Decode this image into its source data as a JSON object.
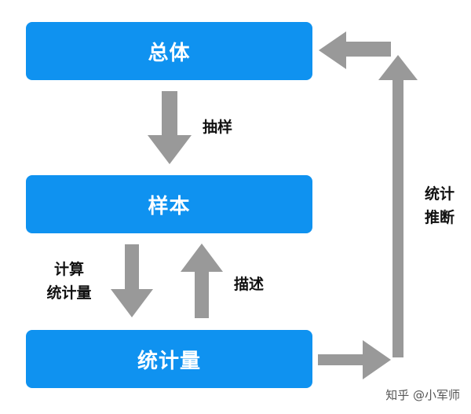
{
  "nodes": {
    "population": "总体",
    "sample": "样本",
    "statistic": "统计量"
  },
  "edges": {
    "sampling": "抽样",
    "compute_line1": "计算",
    "compute_line2": "统计量",
    "describe": "描述",
    "inference_line1": "统计",
    "inference_line2": "推断"
  },
  "watermark": "知乎 @小军师",
  "colors": {
    "node_fill": "#0f92f0",
    "node_text": "#ffffff",
    "arrow": "#999999"
  }
}
